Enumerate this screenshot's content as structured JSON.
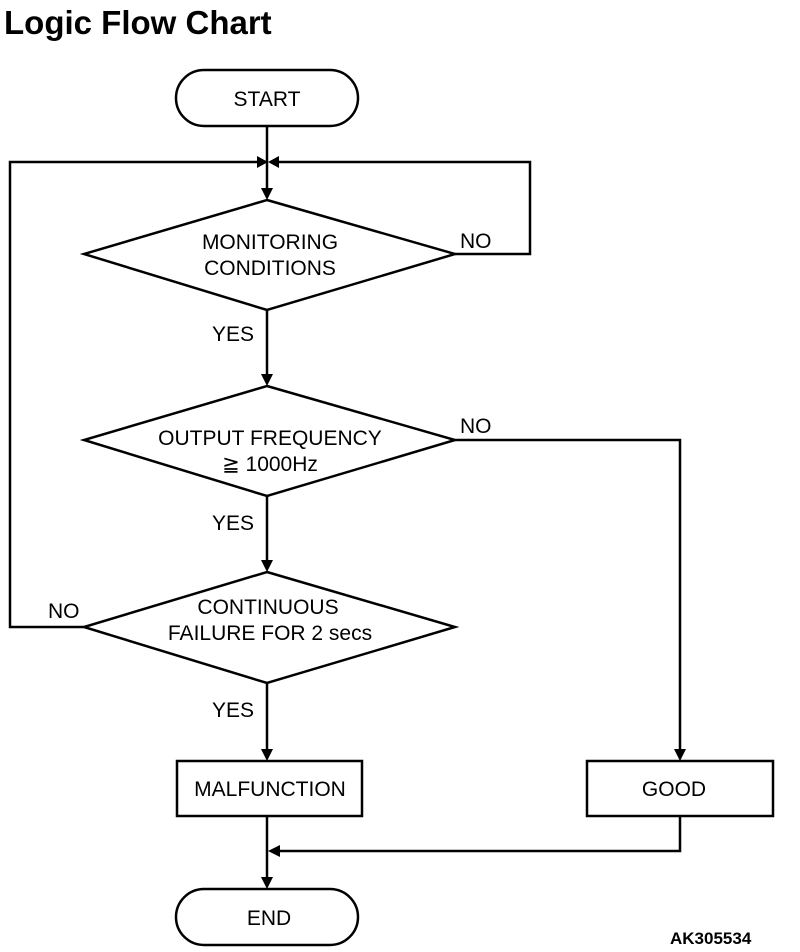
{
  "title": "Logic Flow Chart",
  "figure_code": "AK305534",
  "nodes": {
    "start": "START",
    "monitoring": [
      "MONITORING",
      "CONDITIONS"
    ],
    "frequency": [
      "OUTPUT FREQUENCY",
      "≧ 1000Hz"
    ],
    "continuous": [
      "CONTINUOUS",
      "FAILURE FOR 2 secs"
    ],
    "malfunction": "MALFUNCTION",
    "good": "GOOD",
    "end": "END"
  },
  "edge_labels": {
    "monitoring_no": "NO",
    "monitoring_yes": "YES",
    "frequency_no": "NO",
    "frequency_yes": "YES",
    "continuous_no": "NO",
    "continuous_yes": "YES"
  }
}
